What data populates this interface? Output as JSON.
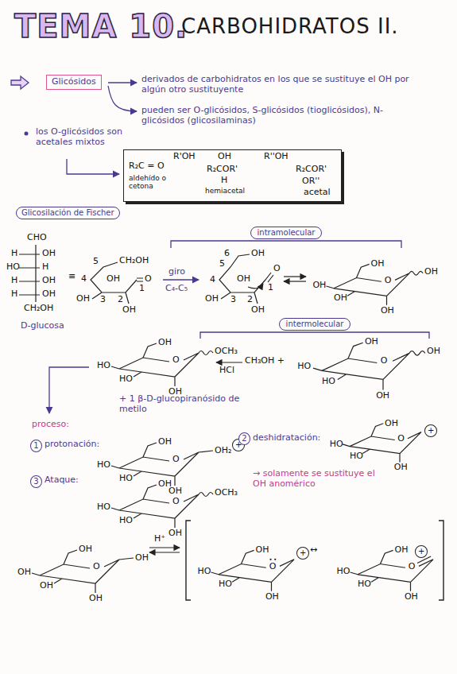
{
  "diagram": {
    "title": "TEMA 10.",
    "nodes": [
      {
        "text": [
          "Glicósidos"
        ]
      },
      {
        "text": [
          "R₂C = O",
          "aldehído o cetona",
          "R'OH",
          "OH",
          "R₂COR'",
          "H",
          "hemiacetal",
          "R''OH",
          "R₂COR'",
          "OR''",
          "acetal"
        ]
      },
      {
        "text": [
          "Glicosilación de Fischer"
        ]
      },
      {
        "text": [
          "intramolecular"
        ]
      },
      {
        "text": [
          "intermolecular"
        ]
      },
      {
        "text": [
          "1"
        ]
      },
      {
        "text": [
          "+"
        ]
      },
      {
        "text": [
          "2"
        ]
      },
      {
        "text": [
          "+"
        ]
      },
      {
        "text": [
          "3"
        ]
      },
      {
        "text": [
          "+"
        ]
      },
      {
        "text": [
          "+"
        ]
      }
    ],
    "labels": [
      "CARBOHIDRATOS II.",
      "derivados de carbohidratos en los que se sustituye el OH por algún otro sustituyente",
      "pueden ser O-glicósidos, S-glicósidos (tioglicósidos), N-glicósidos (glicosilaminas)",
      "los O-glicósidos son acetales mixtos",
      "CHO",
      "H",
      "OH",
      "HO",
      "H",
      "H",
      "OH",
      "H",
      "OH",
      "CH₂OH",
      "D-glucosa",
      "≡",
      "5",
      "CH₂OH",
      "4",
      "OH",
      "O",
      "1",
      "OH",
      "3",
      "2",
      "OH",
      "giro",
      "C₄-C₅",
      "6",
      "OH",
      "5",
      "OH",
      "4",
      "OH",
      "3",
      "2",
      "OH",
      "O",
      "1",
      "OH",
      "O",
      "OH",
      "OH",
      "OH",
      "OH",
      "OH",
      "O",
      "HO",
      "HO",
      "OH",
      "OH",
      "CH₃OH +",
      "HCl",
      "OH",
      "O",
      "HO",
      "HO",
      "OH",
      "OCH₃",
      "+ 1 β-D-glucopiranósido de metilo",
      "proceso:",
      "protonación:",
      "OH",
      "O",
      "HO",
      "HO",
      "OH",
      "OH₂",
      "deshidratación:",
      "OH",
      "O",
      "HO",
      "HO",
      "OH",
      "Ataque:",
      "OH",
      "O",
      "HO",
      "HO",
      "OH",
      "OCH₃",
      "→ solamente se sustituye el OH anomérico",
      "OH",
      "O",
      "OH",
      "OH",
      "OH",
      "OH",
      "H⁺",
      "OH",
      "O",
      "HO",
      "HO",
      "OH",
      "↔",
      "OH",
      "O",
      "HO",
      "HO",
      "OH"
    ]
  }
}
